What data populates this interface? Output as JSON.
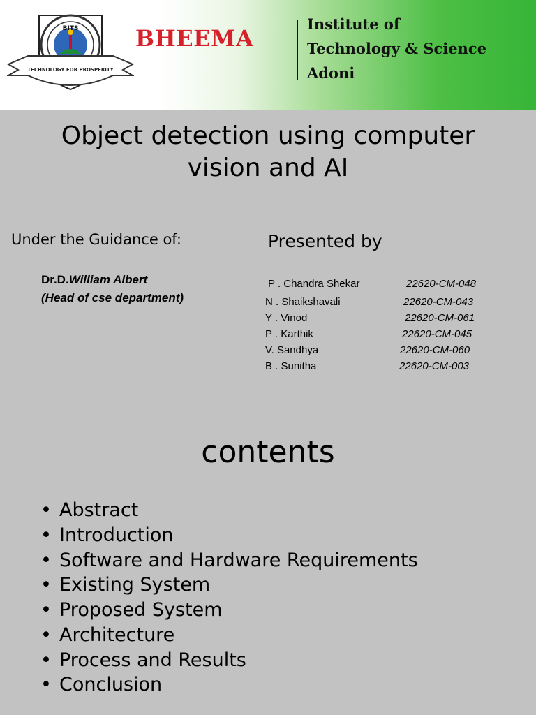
{
  "header": {
    "logo_text": "BITS",
    "logo_motto": "TECHNOLOGY FOR PROSPERITY",
    "brand": "BHEEMA",
    "institute_lines": [
      "Institute of",
      "Technology & Science",
      "Adoni"
    ]
  },
  "title": {
    "line1": "Object detection using computer",
    "line2": "vision and AI"
  },
  "guidance": {
    "label": "Under the Guidance of:",
    "name_prefix": "Dr.D.",
    "name": "William Albert",
    "role": "(Head of cse department)"
  },
  "presenters": {
    "label": "Presented by",
    "members": [
      {
        "name": "P . Chandra Shekar",
        "roll": "22620-CM-048"
      },
      {
        "name": "N . Shaikshavali",
        "roll": "22620-CM-043"
      },
      {
        "name": "Y . Vinod",
        "roll": "22620-CM-061"
      },
      {
        "name": "P . Karthik",
        "roll": "22620-CM-045"
      },
      {
        "name": "V. Sandhya",
        "roll": "22620-CM-060"
      },
      {
        "name": "B . Sunitha",
        "roll": "22620-CM-003"
      }
    ]
  },
  "contents": {
    "title": "contents",
    "bullet": "•",
    "items": [
      "Abstract",
      "Introduction",
      "Software and Hardware Requirements",
      "Existing System",
      "Proposed System",
      "Architecture",
      "Process and Results",
      "Conclusion"
    ]
  },
  "colors": {
    "background": "#c2c2c2",
    "brand_red": "#d6202a",
    "banner_green": "#37b437"
  }
}
